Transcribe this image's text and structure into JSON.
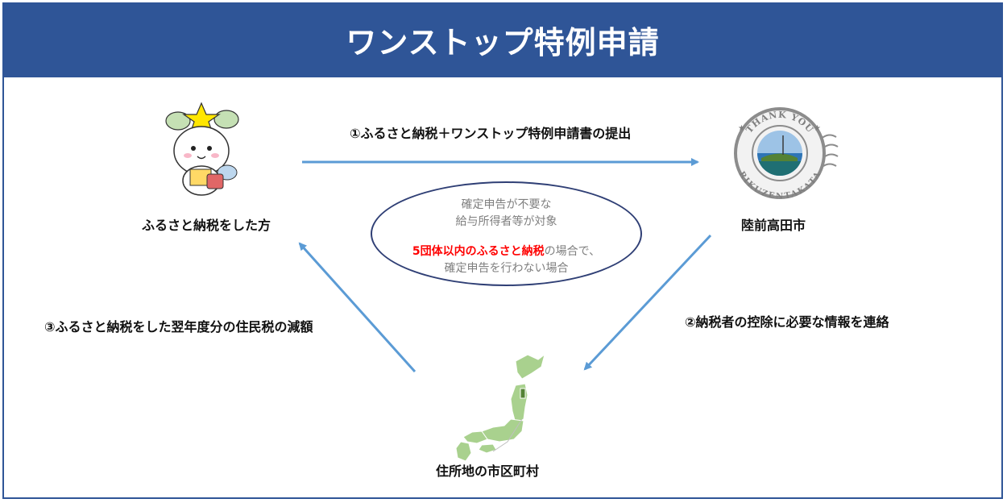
{
  "title": "ワンストップ特例申請",
  "nodes": {
    "donor": "ふるさと納税をした方",
    "city": "陸前高田市",
    "municipality": "住所地の市区町村"
  },
  "steps": {
    "step1": "①ふるさと納税＋ワンストップ特例申請書の提出",
    "step2": "②納税者の控除に必要な情報を連絡",
    "step3": "③ふるさと納税をした翌年度分の住民税の減額"
  },
  "conditions": {
    "line1": "確定申告が不要な",
    "line2": "給与所得者等が対象",
    "line3_highlight": "5団体以内のふるさと納税",
    "line3_rest": "の場合で、",
    "line4": "確定申告を行わない場合"
  },
  "stamp": {
    "top_text": "THANK YOU",
    "bottom_text": "RIKUZENTAKATA"
  },
  "colors": {
    "header": "#2f5597",
    "arrow": "#5b9bd5",
    "highlight": "#ff0000",
    "map": "#a9d18e"
  }
}
